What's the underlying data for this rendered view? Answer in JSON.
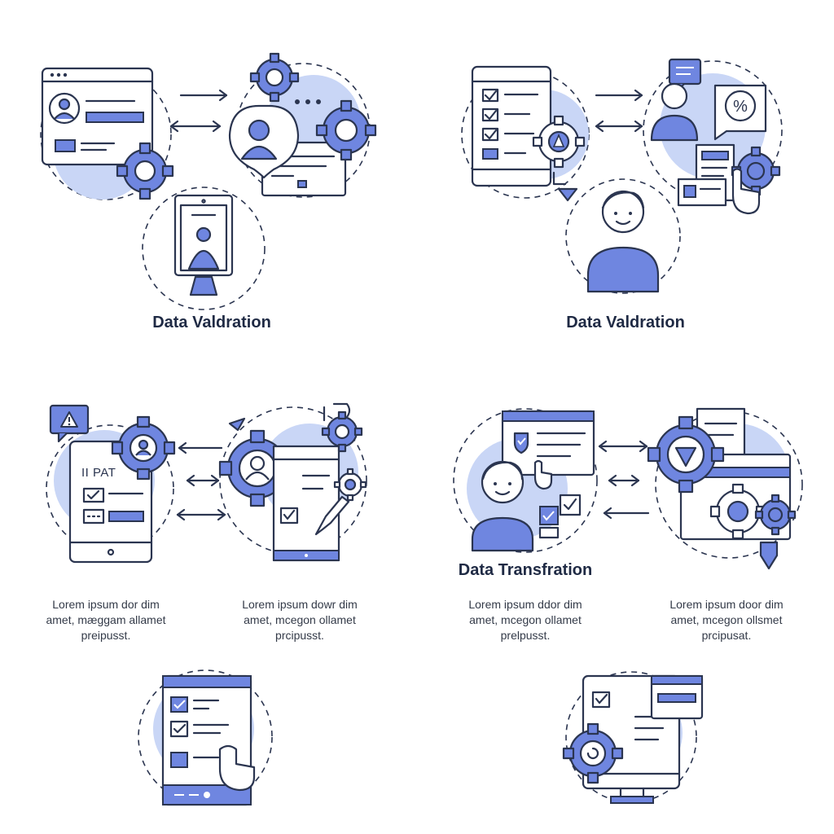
{
  "titles": {
    "top_left": "Data Valdration",
    "top_right": "Data Valdration",
    "mid_right": "Data Transfration"
  },
  "labels": {
    "tablet_text": "II PAT"
  },
  "captions": [
    [
      "Lorem ipsum dor dim",
      "amet, mæggam allamet",
      "preipusst."
    ],
    [
      "Lorem ipsum dowr dim",
      "amet, mcegon ollamet",
      "prcipusst."
    ],
    [
      "Lorem ipsum ddor dim",
      "amet, mcegon ollamet",
      "prelpusst."
    ],
    [
      "Lorem ipsum door dim",
      "amet, mcegon ollsmet",
      "prcipusat."
    ]
  ],
  "colors": {
    "stroke": "#2b3550",
    "accent": "#6f86e0",
    "accent_light": "#c9d6f6",
    "bubble": "#dfe7fb"
  }
}
